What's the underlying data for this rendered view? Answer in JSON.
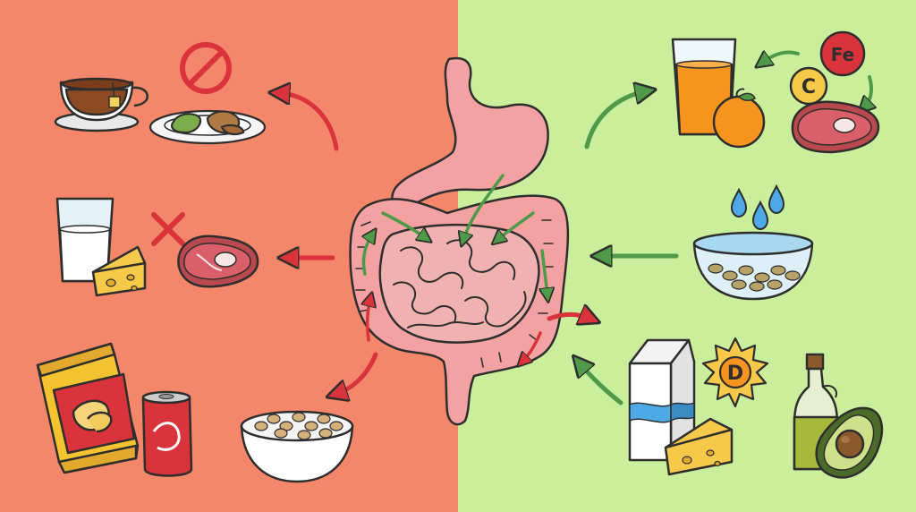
{
  "panels": {
    "inhibitors": {
      "background": "#F4866A"
    },
    "enhancers": {
      "background": "#C9EE9C"
    }
  },
  "colors": {
    "inhibit_arrow": "#D9333B",
    "enhance_arrow": "#4E9A48",
    "outline": "#2E2E2E",
    "organ": "#F3A1A1"
  },
  "center": {
    "icon": "digestive-system-icon"
  },
  "left_items": [
    {
      "icons": [
        "tea-cup-icon",
        "prohibited-sign-icon",
        "plant-food-plate-icon"
      ]
    },
    {
      "icons": [
        "milk-glass-icon",
        "cheese-icon",
        "cross-mark-icon",
        "raw-meat-icon"
      ]
    },
    {
      "icons": [
        "chips-bag-icon",
        "soda-can-icon",
        "bean-bowl-icon"
      ]
    }
  ],
  "right_items": [
    {
      "icons": [
        "orange-juice-icon",
        "orange-icon",
        "meat-icon"
      ],
      "badges": {
        "iron": "Fe",
        "vitamin_c": "C"
      }
    },
    {
      "icons": [
        "water-drops-icon",
        "soaked-beans-bowl-icon"
      ]
    },
    {
      "icons": [
        "milk-carton-icon",
        "cheese-icon",
        "sun-icon",
        "olive-oil-bottle-icon",
        "avocado-icon"
      ],
      "badges": {
        "vitamin_d": "D"
      }
    }
  ]
}
